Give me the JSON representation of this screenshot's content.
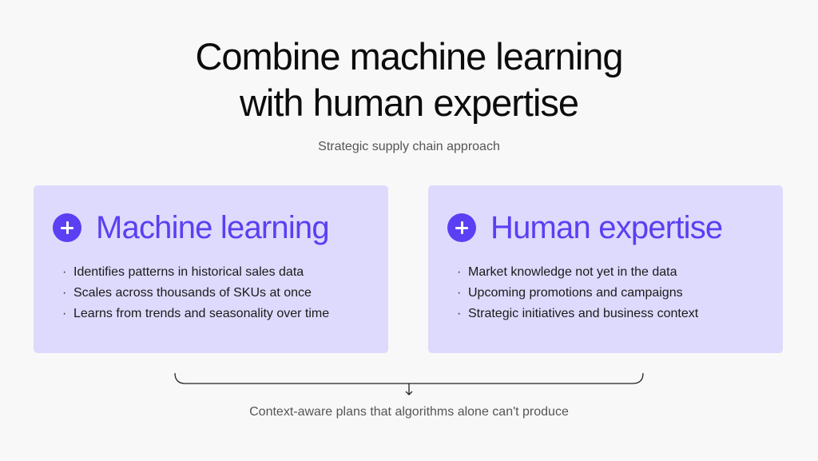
{
  "title": {
    "line1": "Combine machine learning",
    "line2": "with human expertise"
  },
  "subtitle": "Strategic supply chain approach",
  "cards": [
    {
      "title": "Machine learning",
      "icon": "plus-circle-icon",
      "bullets": [
        "Identifies patterns in historical sales data",
        "Scales across thousands of SKUs at once",
        "Learns from trends and seasonality over time"
      ]
    },
    {
      "title": "Human expertise",
      "icon": "plus-circle-icon",
      "bullets": [
        "Market knowledge not yet in the data",
        "Upcoming promotions and campaigns",
        "Strategic initiatives and business context"
      ]
    }
  ],
  "footer": "Context-aware plans that algorithms alone can't produce",
  "colors": {
    "accent": "#5a3ff3",
    "card_background": "#dedafd",
    "page_background": "#f8f8f8"
  }
}
